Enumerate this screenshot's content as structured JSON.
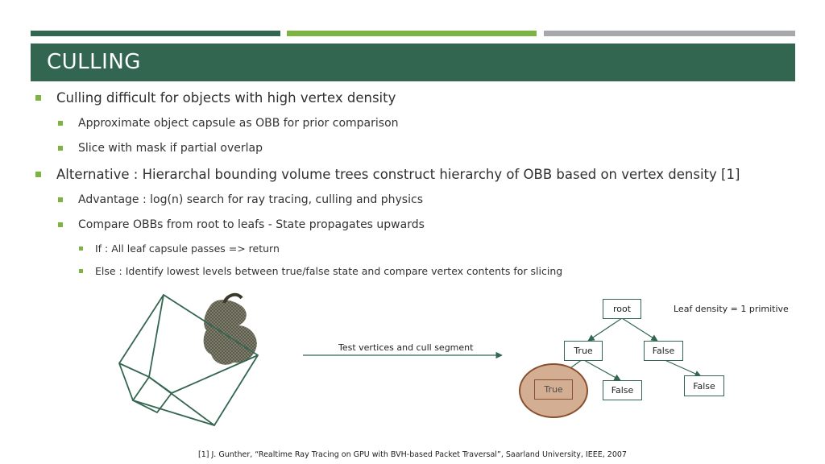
{
  "slide": {
    "title": "CULLING",
    "bullets": [
      "Culling difficult for objects with high vertex density",
      "Approximate object capsule as OBB for prior comparison",
      "Slice with mask if partial overlap",
      "Alternative : Hierarchal bounding volume trees construct hierarchy of OBB based on vertex density [1]",
      "Advantage : log(n) search for ray tracing, culling and physics",
      "Compare OBBs from root to leafs - State propagates upwards",
      "If : All leaf capsule passes => return",
      "Else : Identify lowest levels between true/false state and compare vertex contents for slicing"
    ],
    "arrow_label": "Test vertices and cull segment",
    "tree": {
      "root": "root",
      "left": "True",
      "right": "False",
      "left_left": "True",
      "left_right": "False",
      "right_right": "False",
      "note": "Leaf density = 1 primitive"
    },
    "footnote": "[1] J. Gunther, “Realtime Ray Tracing on GPU with BVH-based Packet Traversal”, Saarland University, IEEE, 2007"
  },
  "colors": {
    "title_band": "#336650",
    "accent_green": "#7db343",
    "accent_grey": "#a6a8ab",
    "highlight_fill": "#d4ae93",
    "highlight_border": "#8a4f2f"
  }
}
